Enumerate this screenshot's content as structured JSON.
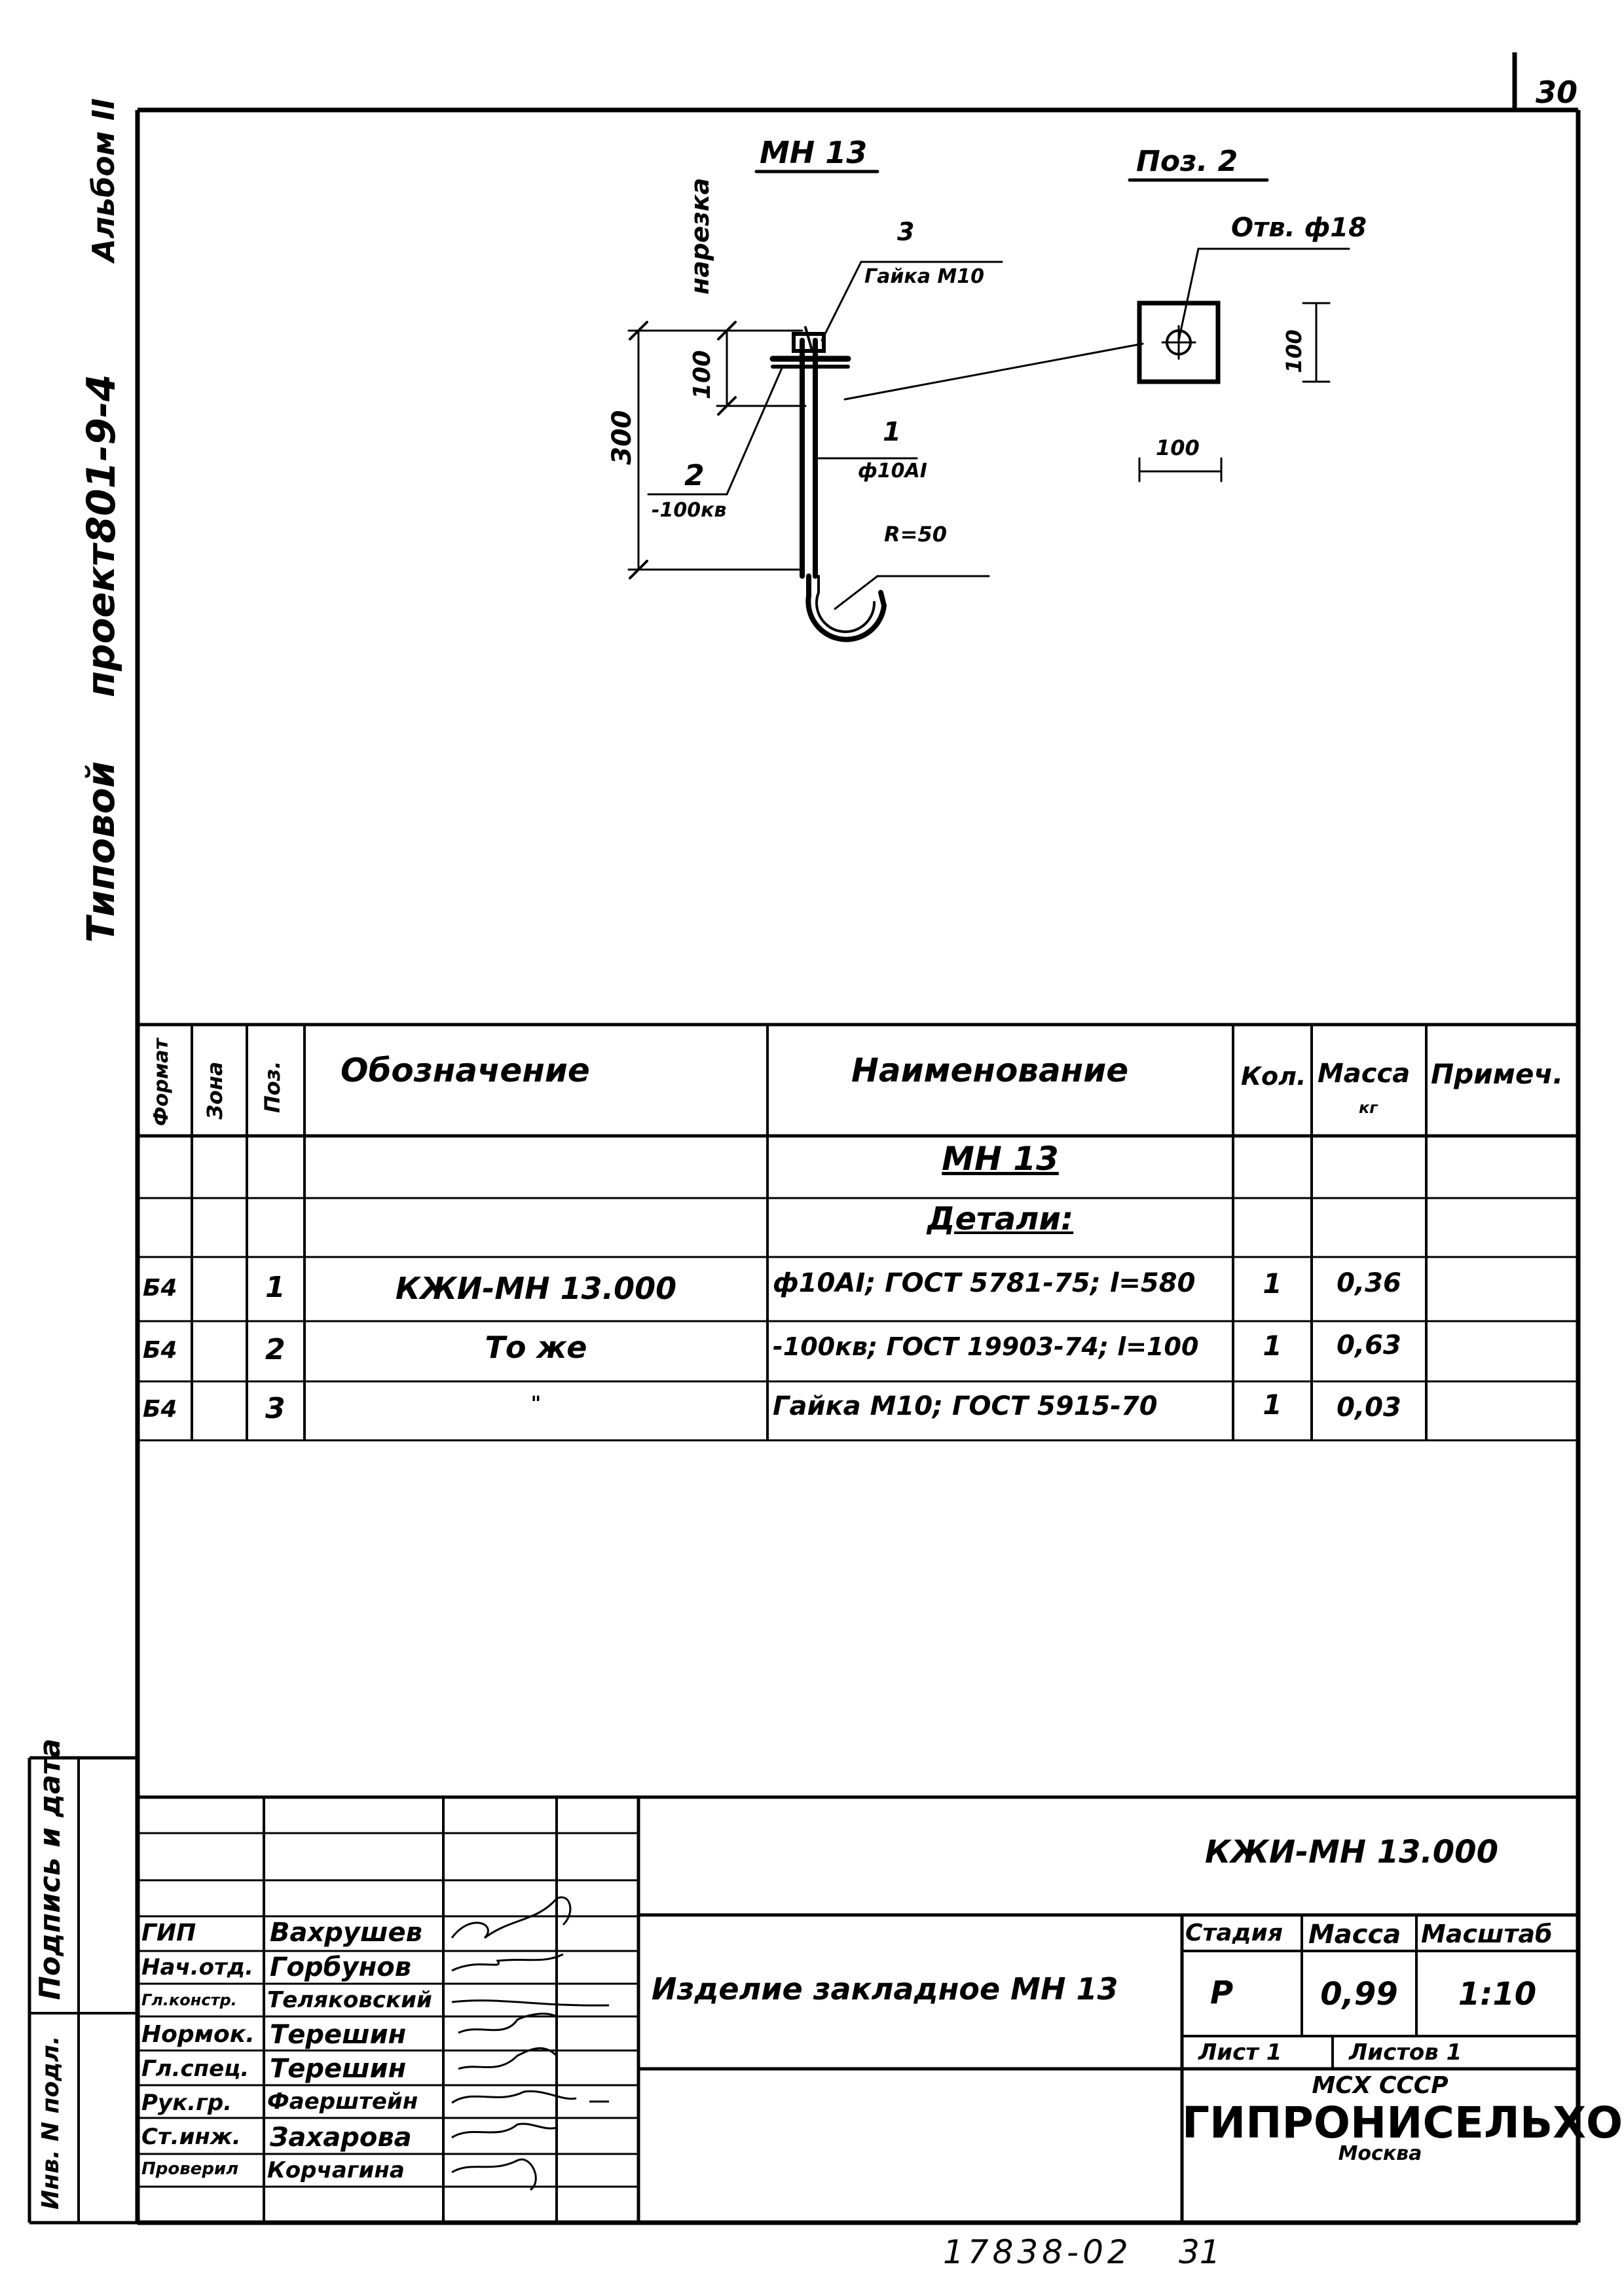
{
  "sheet_number": "30",
  "side_title": {
    "typical": "Типовой",
    "project": "проект",
    "code": "801-9-4",
    "album": "Альбом II"
  },
  "drawing": {
    "main_title": "МН 13",
    "pos2_title": "Поз. 2",
    "label_threading": "нарезка",
    "label_nut_num": "3",
    "label_nut": "Гайка М10",
    "label_hole": "Отв. ф18",
    "dim_100_vertical": "100",
    "dim_300": "300",
    "label_pos1_num": "1",
    "label_pos1_spec": "ф10АI",
    "label_pos2_num": "2",
    "label_pos2_spec": "-100кв",
    "label_radius": "R=50",
    "dim_plate_width": "100",
    "dim_plate_height": "100"
  },
  "spec_table": {
    "headers": {
      "format": "Формат",
      "zone": "Зона",
      "pos": "Поз.",
      "designation": "Обозначение",
      "name": "Наименование",
      "qty": "Кол.",
      "mass": "Масса",
      "mass_unit": "кг",
      "note": "Примеч."
    },
    "section_title": "МН 13",
    "section_sub": "Детали:",
    "rows": [
      {
        "format": "Б4",
        "zone": "",
        "pos": "1",
        "designation": "КЖИ-МН 13.000",
        "name": "ф10АI; ГОСТ 5781-75; l=580",
        "qty": "1",
        "mass": "0,36",
        "note": ""
      },
      {
        "format": "Б4",
        "zone": "",
        "pos": "2",
        "designation": "То же",
        "name": "-100кв; ГОСТ 19903-74; l=100",
        "qty": "1",
        "mass": "0,63",
        "note": ""
      },
      {
        "format": "Б4",
        "zone": "",
        "pos": "3",
        "designation": "\"",
        "name": "Гайка М10; ГОСТ 5915-70",
        "qty": "1",
        "mass": "0,03",
        "note": ""
      }
    ]
  },
  "title_block": {
    "doc_code": "КЖИ-МН 13.000",
    "item_name": "Изделие закладное МН 13",
    "roles": [
      {
        "role": "ГИП",
        "name": "Вахрушев"
      },
      {
        "role": "Нач.отд.",
        "name": "Горбунов"
      },
      {
        "role": "Гл.констр.",
        "name": "Теляковский"
      },
      {
        "role": "Нормок.",
        "name": "Терешин"
      },
      {
        "role": "Гл.спец.",
        "name": "Терешин"
      },
      {
        "role": "Рук.гр.",
        "name": "Фаерштейн"
      },
      {
        "role": "Ст.инж.",
        "name": "Захарова"
      },
      {
        "role": "Проверил",
        "name": "Корчагина"
      }
    ],
    "stage_label": "Стадия",
    "mass_label": "Масса",
    "scale_label": "Масштаб",
    "stage": "Р",
    "mass": "0,99",
    "scale": "1:10",
    "sheet_label": "Лист 1",
    "sheets_label": "Листов 1",
    "org_ministry": "МСХ СССР",
    "org_name": "ГИПРОНИСЕЛЬХОЗ",
    "org_city": "Москва"
  },
  "left_strip": {
    "sign_date": "Подпись и дата",
    "inv_no": "Инв. N подл."
  },
  "footer": {
    "archive_no": "17838-02",
    "page": "31"
  }
}
